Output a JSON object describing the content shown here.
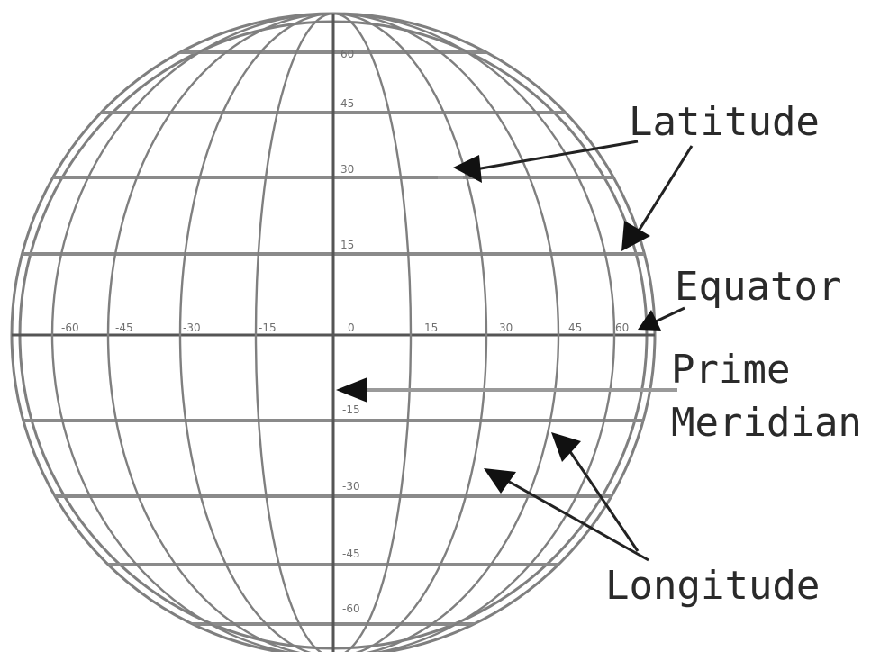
{
  "labels": {
    "latitude": "Latitude",
    "equator": "Equator",
    "prime_meridian_line1": "Prime",
    "prime_meridian_line2": "Meridian",
    "longitude": "Longitude"
  },
  "longitude_ticks": [
    "-60",
    "-45",
    "-30",
    "-15",
    "0",
    "15",
    "30",
    "45",
    "60"
  ],
  "latitude_ticks": [
    "60",
    "45",
    "30",
    "15",
    "-15",
    "-30",
    "-45",
    "-60"
  ]
}
